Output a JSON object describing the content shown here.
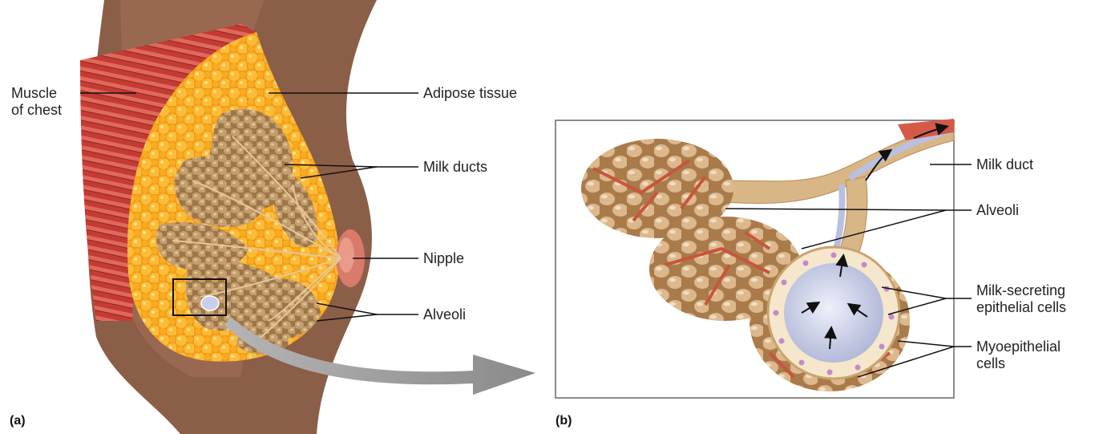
{
  "panel_a": {
    "letter": "(a)",
    "labels": {
      "muscle_line1": "Muscle",
      "muscle_line2": "of chest",
      "adipose": "Adipose tissue",
      "milk_ducts": "Milk ducts",
      "nipple": "Nipple",
      "alveoli": "Alveoli"
    }
  },
  "panel_b": {
    "letter": "(b)",
    "labels": {
      "milk_duct": "Milk duct",
      "alveoli": "Alveoli",
      "milk_secreting_line1": "Milk-secreting",
      "milk_secreting_line2": "epithelial cells",
      "myoepithelial_line1": "Myoepithelial",
      "myoepithelial_line2": "cells"
    }
  },
  "colors": {
    "skin": "#8b5e48",
    "muscle": "#c8443a",
    "adipose": "#f5a820",
    "gland": "#b8915f",
    "myoepithelial": "#c8553d",
    "lumen": "#c9cfe8",
    "epithelial_nucleus": "#c58ac9",
    "arrow": "#8f8f8f"
  }
}
